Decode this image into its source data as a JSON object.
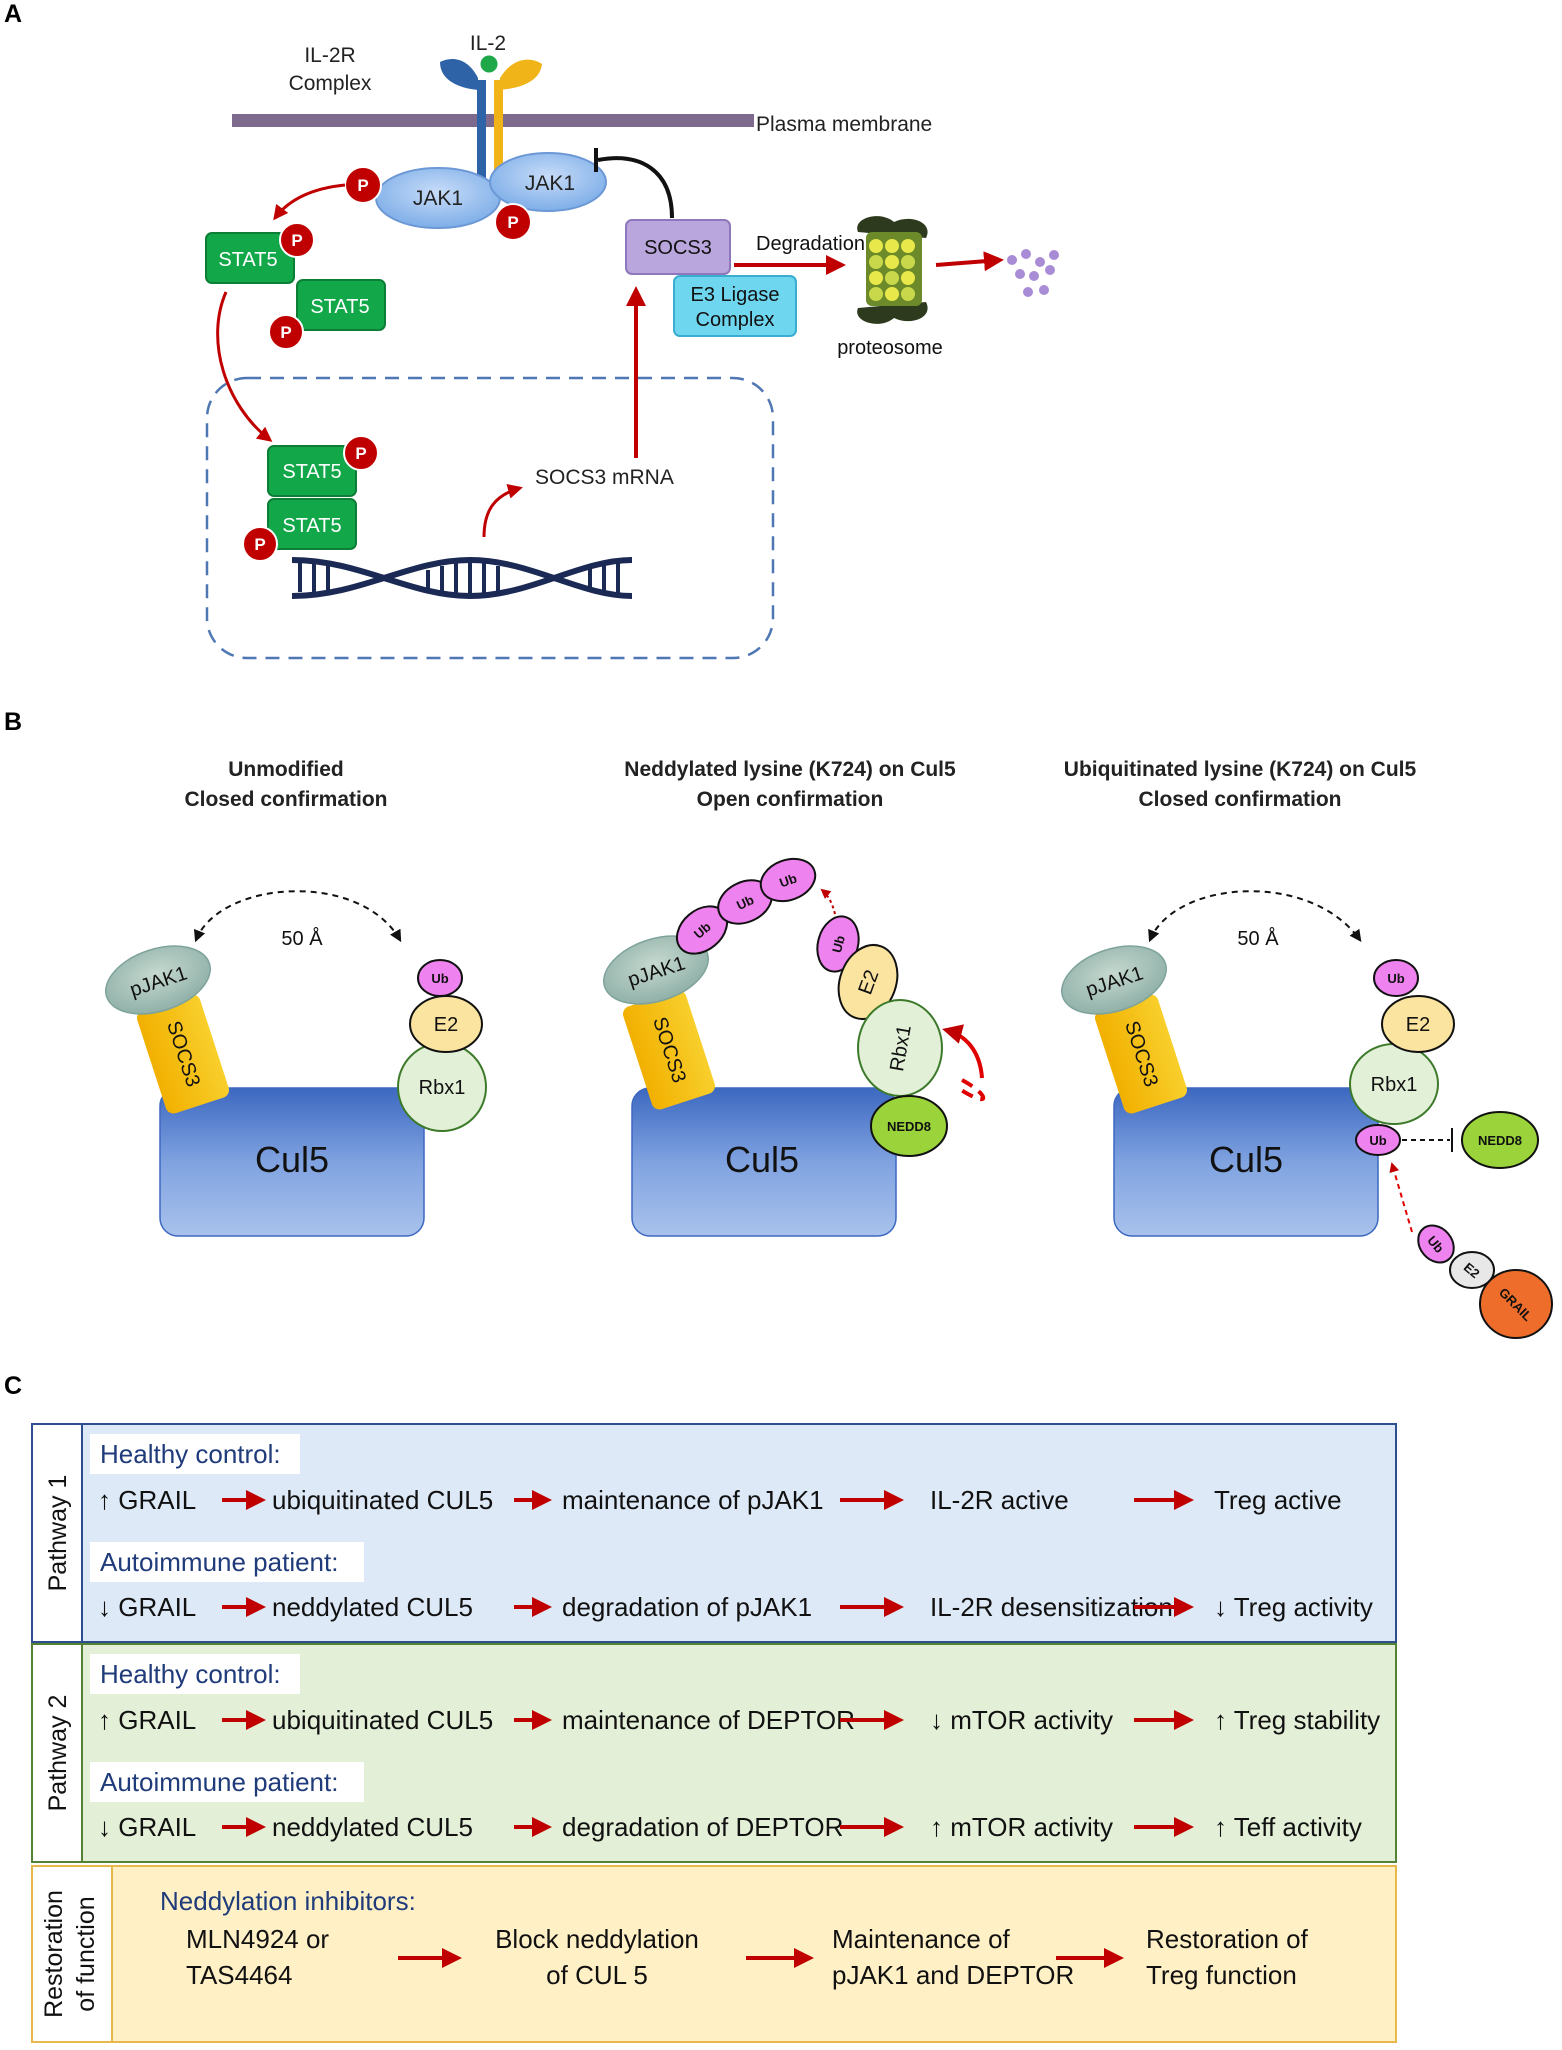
{
  "panels": {
    "a": "A",
    "b": "B",
    "c": "C"
  },
  "panel_a": {
    "il2": "IL-2",
    "il2r_line1": "IL-2R",
    "il2r_line2": "Complex",
    "membrane": "Plasma membrane",
    "jak1": "JAK1",
    "p": "P",
    "stat5": "STAT5",
    "socs3": "SOCS3",
    "e3_line1": "E3 Ligase",
    "e3_line2": "Complex",
    "degradation": "Degradation",
    "proteosome": "proteosome",
    "socs3_mrna": "SOCS3 mRNA"
  },
  "panel_b": {
    "left_title1": "Unmodified",
    "left_title2": "Closed confirmation",
    "mid_title1": "Neddylated lysine (K724) on Cul5",
    "mid_title2": "Open confirmation",
    "right_title1": "Ubiquitinated lysine (K724) on Cul5",
    "right_title2": "Closed confirmation",
    "distance": "50 Å",
    "cul5": "Cul5",
    "pjak1": "pJAK1",
    "socs3": "SOCS3",
    "rbx1": "Rbx1",
    "e2": "E2",
    "ub": "Ub",
    "nedd8": "NEDD8",
    "grail": "GRAIL"
  },
  "panel_c": {
    "pathway1_label": "Pathway 1",
    "pathway2_label": "Pathway 2",
    "restoration_line1": "Restoration",
    "restoration_line2": "of function",
    "p1_healthy": "Healthy control:",
    "p1_row1": [
      "↑ GRAIL",
      "ubiquitinated CUL5",
      "maintenance of pJAK1",
      "IL-2R active",
      "Treg active"
    ],
    "p1_autoimmune": "Autoimmune patient:",
    "p1_row2": [
      "↓ GRAIL",
      "neddylated CUL5",
      "degradation of pJAK1",
      "IL-2R desensitization",
      "↓ Treg activity"
    ],
    "p2_healthy": "Healthy control:",
    "p2_row1": [
      "↑ GRAIL",
      "ubiquitinated CUL5",
      "maintenance of DEPTOR",
      "↓ mTOR activity",
      "↑ Treg stability"
    ],
    "p2_autoimmune": "Autoimmune patient:",
    "p2_row2": [
      "↓ GRAIL",
      "neddylated CUL5",
      "degradation of DEPTOR",
      "↑ mTOR activity",
      "↑ Teff activity"
    ],
    "r_title": "Neddylation inhibitors:",
    "r_col1": [
      "MLN4924 or",
      "TAS4464"
    ],
    "r_col2": [
      "Block neddylation",
      "of CUL 5"
    ],
    "r_col3": [
      "Maintenance of",
      "pJAK1 and DEPTOR"
    ],
    "r_col4": [
      "Restoration of",
      "Treg function"
    ]
  },
  "colors": {
    "stat5_green": "#12a84a",
    "p_red": "#c00000",
    "jak1_blue": "#9cc3f0",
    "socs3_purple": "#b9a6dc",
    "e3_cyan": "#6fd6f0",
    "membrane": "#7d6a8c",
    "cul5_blue": "#4a78cc",
    "ub_pink": "#ee82ee",
    "e2_yellow": "#fbe3a0",
    "rbx1_green": "#e3f0d8",
    "nedd8_lime": "#9ad43a",
    "grail_orange": "#ee6d2a",
    "pathway1_bg": "#dde9f6",
    "pathway2_bg": "#e3efd7",
    "restoration_bg": "#fff0c6",
    "arrow_red": "#c00000",
    "subheading_blue": "#1f3b7a"
  }
}
